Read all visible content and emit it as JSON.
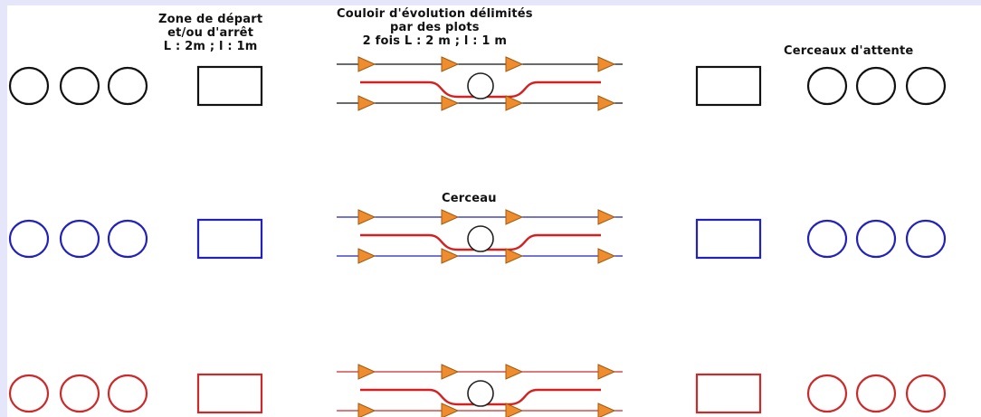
{
  "labels": {
    "start_zone": [
      "Zone de départ",
      "et/ou d'arrêt",
      "L : 2m ; l : 1m"
    ],
    "corridor": [
      "Couloir d'évolution délimités",
      "par des plots",
      "2 fois L : 2 m ; l : 1 m"
    ],
    "hoop": "Cerceau",
    "waiting_hoops": "Cerceaux d'attente"
  },
  "colors": {
    "background": "#e6e6fb",
    "canvas": "#ffffff",
    "cone_fill": "#ee8c2e",
    "cone_stroke": "#a05a10",
    "corridor_red": "#d42020",
    "row_colors": [
      "#111111",
      "#2222bb",
      "#cc2a2a"
    ]
  },
  "rows": [
    {
      "name": "black",
      "color": "#111111",
      "corridor_line_color": "#111111"
    },
    {
      "name": "blue",
      "color": "#2222bb",
      "corridor_line_color": "#2222bb"
    },
    {
      "name": "red",
      "color": "#cc2a2a",
      "corridor_line_color": "#cc2a2a"
    }
  ]
}
